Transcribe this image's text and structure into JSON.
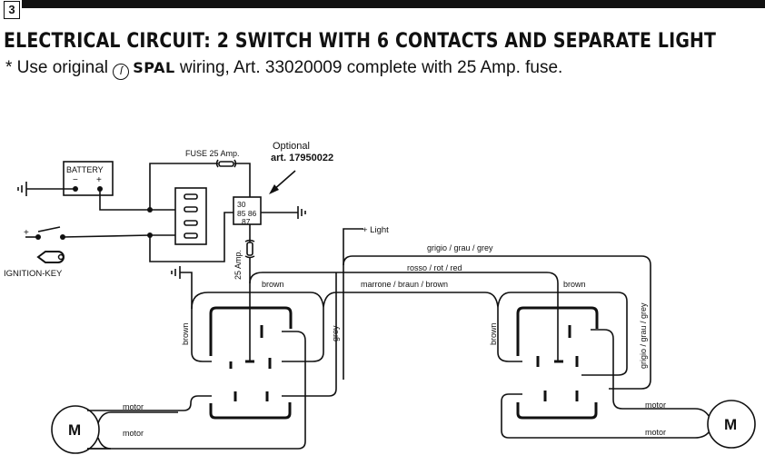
{
  "header": {
    "page_number": "3",
    "title": "ELECTRICAL CIRCUIT: 2 SWITCH WITH 6 CONTACTS AND SEPARATE LIGHT",
    "note_prefix": "*  Use original",
    "brand": "SPAL",
    "brand_logo_icon": "spal-logo-icon",
    "note_suffix": "wiring, Art. 33020009 complete with 25 Amp. fuse."
  },
  "diagram": {
    "battery": {
      "label": "BATTERY",
      "minus": "−",
      "plus": "+"
    },
    "fuse_top_label": "FUSE 25 Amp.",
    "relay": {
      "optional_label": "Optional",
      "art_label": "art. 17950022",
      "pin_30": "30",
      "pin_85_86": "85 86",
      "pin_87": "87"
    },
    "fuse_side_label": "25 Amp.",
    "ignition": {
      "plus": "+",
      "label": "IGNITION-KEY"
    },
    "light_label": "+ Light",
    "wires": {
      "grey_multi": "grigio / grau / grey",
      "red_multi": "rosso / rot / red",
      "brown_multi": "marrone / braun / brown",
      "brown": "brown",
      "grey": "grey",
      "grey_vertical_multi": "grigio / grau / grey",
      "motor": "motor"
    },
    "motor_label": "M"
  }
}
